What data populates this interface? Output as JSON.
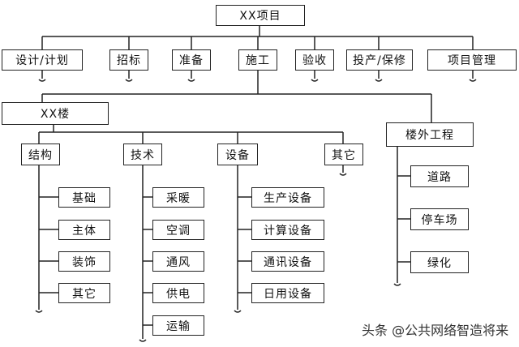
{
  "root": "XX项目",
  "phases": [
    "设计/计划",
    "招标",
    "准备",
    "施工",
    "验收",
    "投产/保修",
    "项目管理"
  ],
  "building": "XX楼",
  "outdoor": {
    "title": "楼外工程",
    "items": [
      "道路",
      "停车场",
      "绿化"
    ]
  },
  "structure": {
    "title": "结构",
    "items": [
      "基础",
      "主体",
      "装饰",
      "其它"
    ]
  },
  "technology": {
    "title": "技术",
    "items": [
      "采暖",
      "空调",
      "通风",
      "供电",
      "运输"
    ]
  },
  "equipment": {
    "title": "设备",
    "items": [
      "生产设备",
      "计算设备",
      "通讯设备",
      "日用设备"
    ]
  },
  "other": {
    "title": "其它"
  },
  "watermark": "头条 @公共网络智造将来"
}
